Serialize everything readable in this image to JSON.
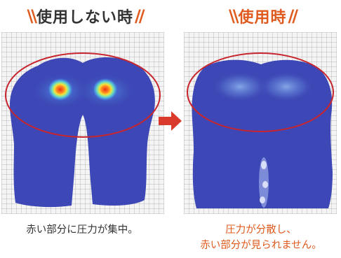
{
  "left_title": {
    "text": "使用しない時",
    "slash_left": "\\\\",
    "slash_right": "//"
  },
  "right_title": {
    "text": "使用時",
    "slash_left": "\\\\",
    "slash_right": "//"
  },
  "left_caption": "赤い部分に圧力が集中。",
  "right_caption": {
    "line1": "圧力が分散し、",
    "line2": "赤い部分が見られません。"
  },
  "colors": {
    "accent_orange": "#e05a1e",
    "ellipse_red": "#c8262e",
    "arrow_red": "#d93a2b",
    "pressure_low": "#3a48b8",
    "pressure_high": "#e8331c"
  },
  "icons": {
    "arrow": "right-arrow-icon"
  }
}
